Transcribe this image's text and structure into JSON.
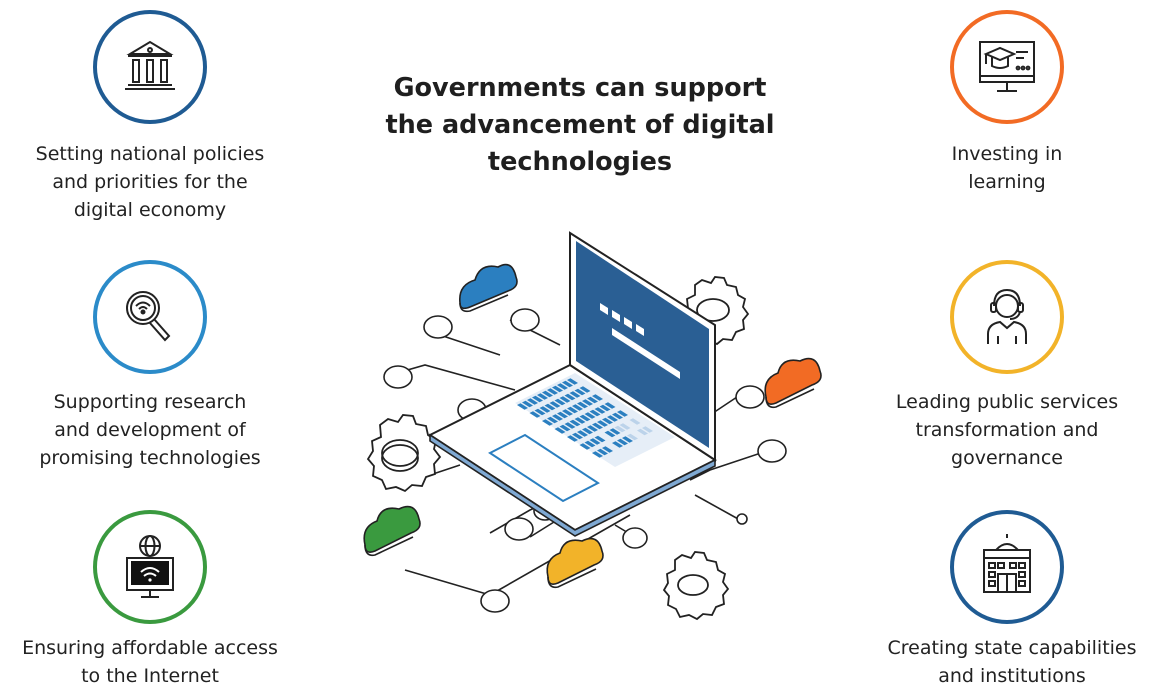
{
  "title": {
    "lines": [
      "Governments can support",
      "the advancement of digital",
      "technologies"
    ]
  },
  "items": [
    {
      "id": "policies",
      "icon": "government-building-icon",
      "color": "#1f5b93",
      "lines": [
        "Setting national policies",
        "and priorities for the",
        "digital economy"
      ]
    },
    {
      "id": "research",
      "icon": "magnifier-wifi-icon",
      "color": "#2b8bc9",
      "lines": [
        "Supporting research",
        "and development of",
        "promising technologies"
      ]
    },
    {
      "id": "access",
      "icon": "internet-monitor-icon",
      "color": "#3a9a3f",
      "lines": [
        "Ensuring affordable access",
        "to the Internet"
      ]
    },
    {
      "id": "learning",
      "icon": "graduation-cap-monitor-icon",
      "color": "#f26b24",
      "lines": [
        "Investing in",
        "learning"
      ]
    },
    {
      "id": "services",
      "icon": "headset-agent-icon",
      "color": "#f2b329",
      "lines": [
        "Leading public services",
        "transformation and",
        "governance"
      ]
    },
    {
      "id": "institutions",
      "icon": "institution-building-icon",
      "color": "#1f5b93",
      "lines": [
        "Creating state capabilities",
        "and institutions"
      ]
    }
  ],
  "illustration": {
    "central": "laptop-icon",
    "clouds": [
      "#2b7fc0",
      "#f26b24",
      "#3a9a3f",
      "#f2b329"
    ],
    "screen_color": "#2a5f94",
    "keys_color": "#2b7fc0"
  }
}
